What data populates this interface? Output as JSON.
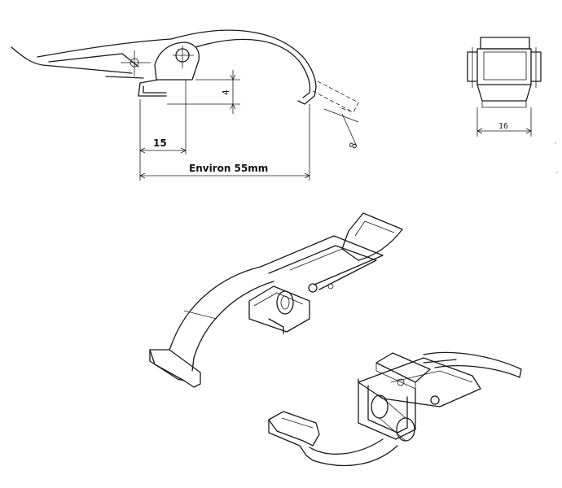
{
  "dimensions": {
    "gap_height": "4",
    "hook_offset": "15",
    "overall_length": "Environ 55mm",
    "release_angle": "8",
    "width": "16"
  }
}
